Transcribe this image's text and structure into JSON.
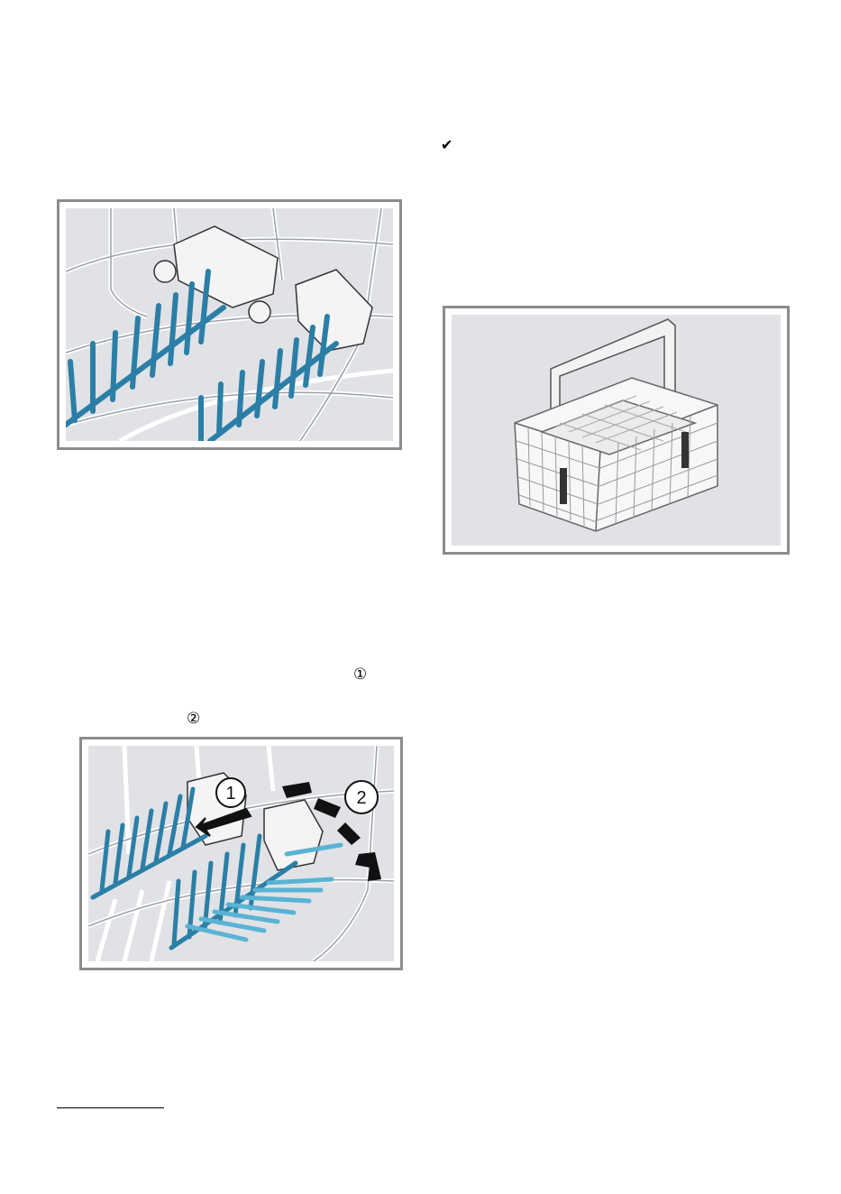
{
  "page": {
    "check_glyph": "✔",
    "step_one_glyph": "①",
    "step_two_glyph": "②"
  },
  "figures": {
    "rack_spikes": {
      "icon": "rack-spikes-illustration"
    },
    "cutlery_basket": {
      "icon": "cutlery-basket-illustration"
    },
    "fold_spikes": {
      "icon": "fold-spikes-illustration",
      "callout_1": "1",
      "callout_2": "2"
    }
  },
  "colors": {
    "spike_blue": "#2b7fa6",
    "spike_light_blue": "#5ab3d3",
    "frame_grey": "#8c8c8c",
    "panel_grey": "#e1e2e6"
  }
}
